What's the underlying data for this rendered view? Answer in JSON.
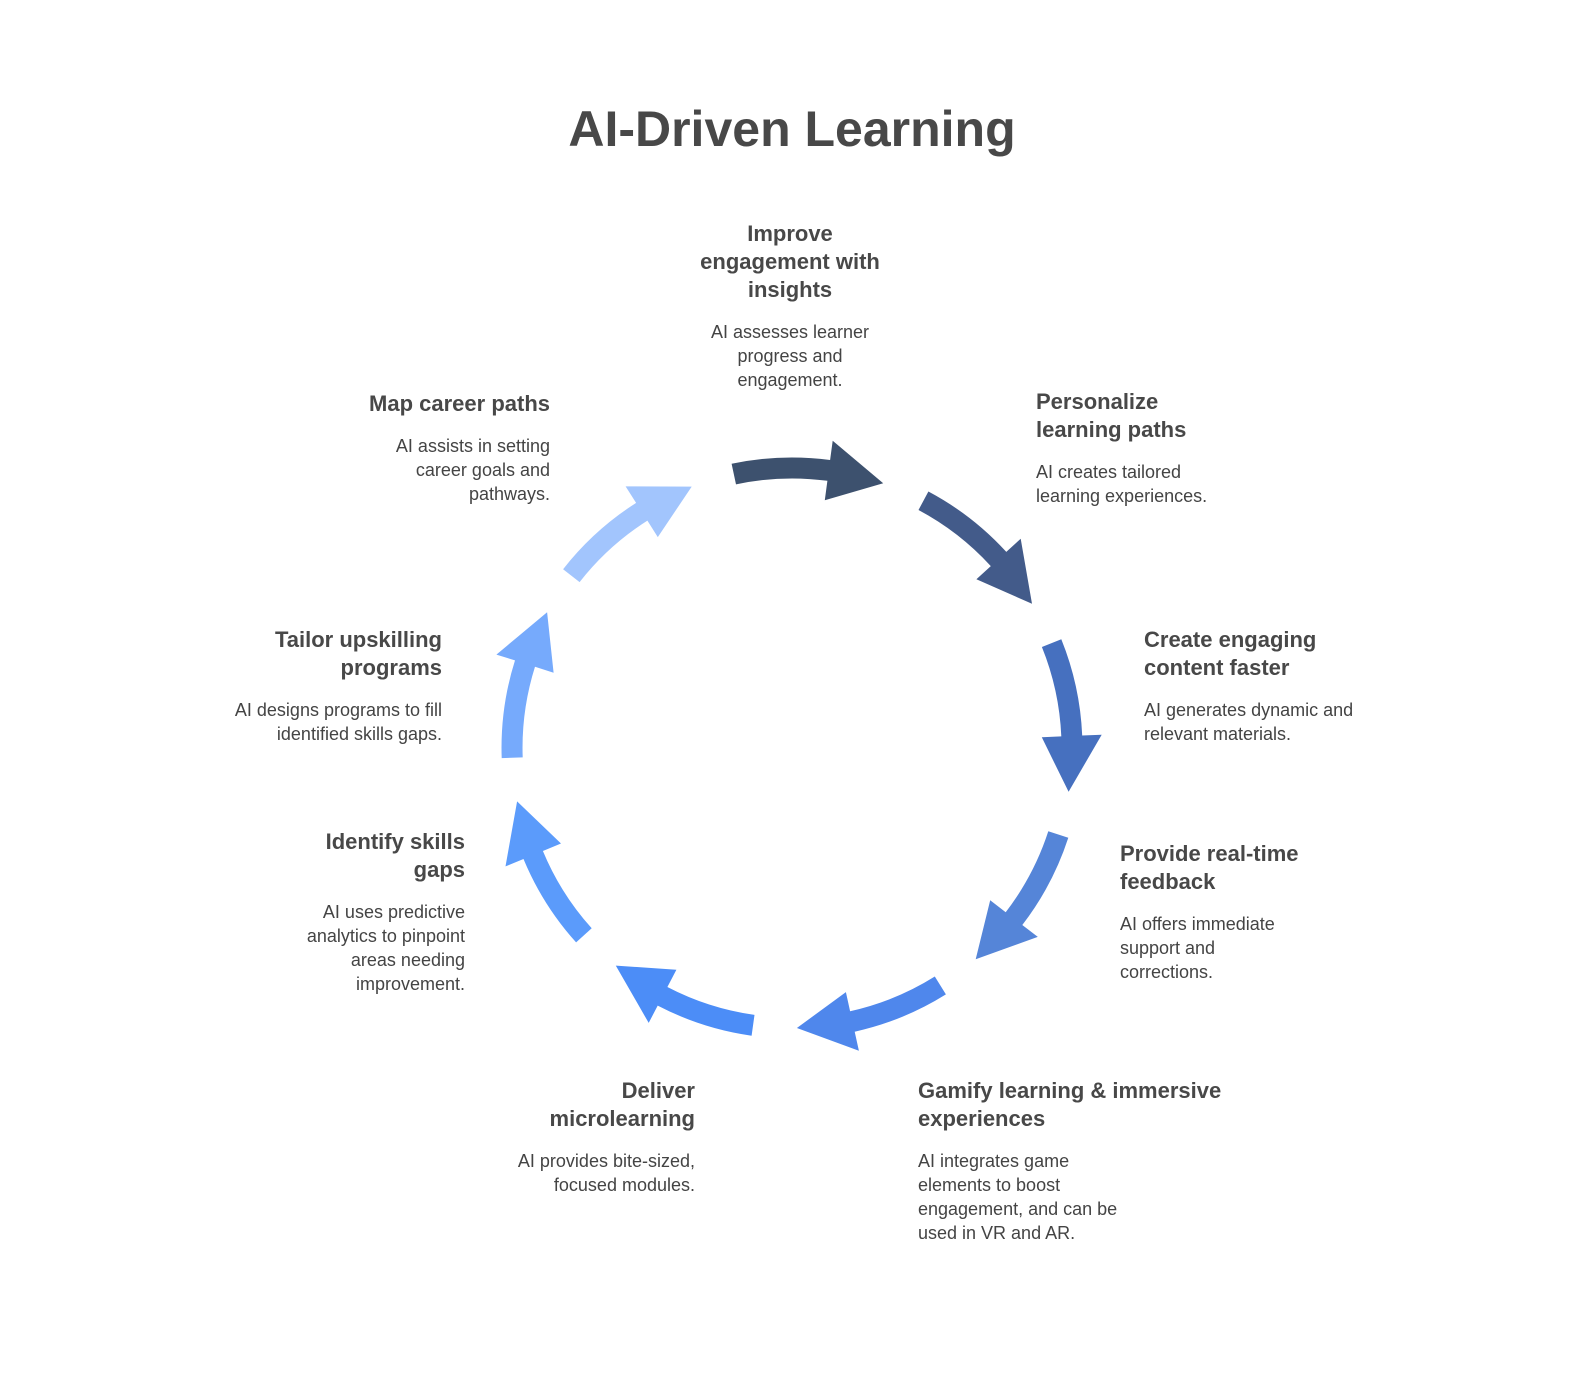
{
  "title": "AI-Driven Learning",
  "colors": {
    "text": "#484848",
    "arrows": [
      "#3d516e",
      "#435b8a",
      "#4670bf",
      "#5585d8",
      "#4f87ec",
      "#4c8df7",
      "#5b9bfb",
      "#76aafc",
      "#a2c5fd"
    ]
  },
  "steps": [
    {
      "title": "Improve engagement with insights",
      "description": "AI assesses learner progress and engagement."
    },
    {
      "title": "Personalize learning paths",
      "description": "AI creates tailored learning experiences."
    },
    {
      "title": "Create engaging content faster",
      "description": "AI generates dynamic and relevant materials."
    },
    {
      "title": "Provide real-time feedback",
      "description": "AI offers immediate support and corrections."
    },
    {
      "title": "Gamify learning & immersive experiences",
      "description": "AI integrates game elements to boost engagement, and can be used in VR and AR."
    },
    {
      "title": "Deliver microlearning",
      "description": "AI provides bite-sized, focused modules."
    },
    {
      "title": "Identify skills gaps",
      "description": "AI uses predictive analytics to pinpoint areas needing improvement."
    },
    {
      "title": "Tailor upskilling programs",
      "description": "AI designs programs to fill identified skills gaps."
    },
    {
      "title": "Map career paths",
      "description": "AI assists in setting career goals and pathways."
    }
  ]
}
